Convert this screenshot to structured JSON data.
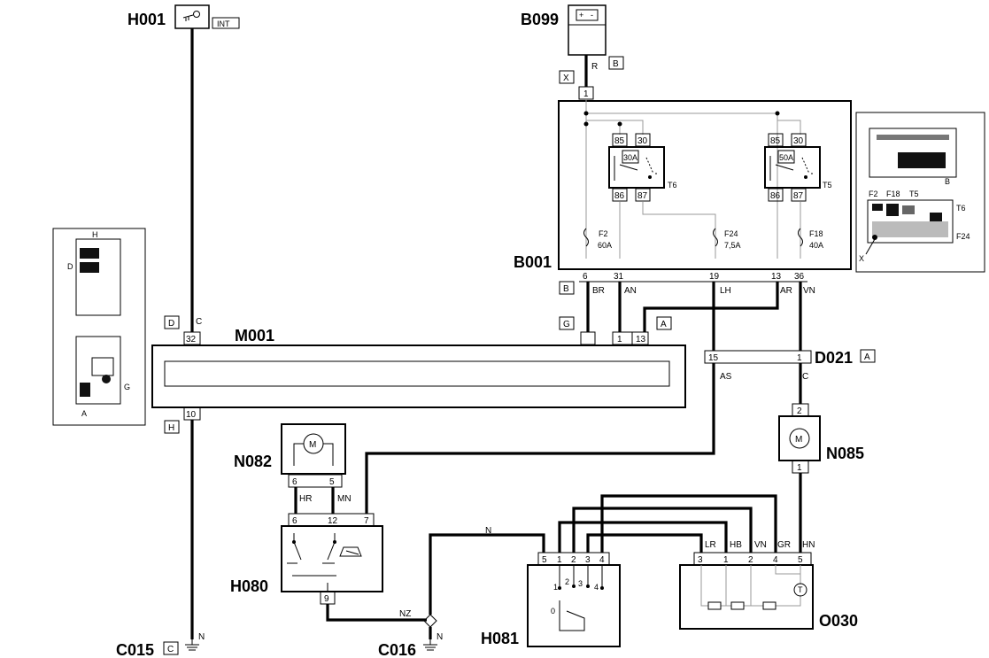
{
  "components": {
    "H001": "H001",
    "B099": "B099",
    "B001": "B001",
    "M001": "M001",
    "D021": "D021",
    "N082": "N082",
    "N085": "N085",
    "H080": "H080",
    "H081": "H081",
    "O030": "O030",
    "C015": "C015",
    "C016": "C016"
  },
  "connector_tags": {
    "int": "INT",
    "b099_b": "B",
    "b001_x": "X",
    "b001_b": "B",
    "m001_g": "G",
    "m001_a": "A",
    "m001_d": "D",
    "m001_h": "H",
    "d021_a": "A",
    "c015_c": "C"
  },
  "wire_codes": {
    "r": "R",
    "c_h001": "C",
    "br": "BR",
    "an": "AN",
    "lh": "LH",
    "ar": "AR",
    "vn": "VN",
    "as": "AS",
    "c_d021": "C",
    "hr": "HR",
    "mn": "MN",
    "n_h081": "N",
    "nz": "NZ",
    "n_c016": "N",
    "n_c015": "N",
    "lr": "LR",
    "hb": "HB",
    "vn2": "VN",
    "gr": "GR",
    "hn": "HN"
  },
  "pins": {
    "b001_in": "1",
    "b001_out": [
      "6",
      "31",
      "19",
      "13",
      "36"
    ],
    "m001_32": "32",
    "m001_10": "10",
    "m001_1": "1",
    "m001_13": "13",
    "d021_15": "15",
    "d021_1": "1",
    "n085_2": "2",
    "n085_1": "1",
    "n082": [
      "6",
      "5"
    ],
    "h080_top": [
      "6",
      "12",
      "7"
    ],
    "h080_bottom": "9",
    "h081": [
      "5",
      "1",
      "2",
      "3",
      "4"
    ],
    "h081_inner": [
      "1",
      "2",
      "3",
      "4",
      "0"
    ],
    "o030": [
      "3",
      "1",
      "2",
      "4",
      "5"
    ]
  },
  "relays": [
    {
      "name": "T6",
      "pins_top": [
        "85",
        "30"
      ],
      "pins_bottom": [
        "86",
        "87"
      ],
      "rating": "30A"
    },
    {
      "name": "T5",
      "pins_top": [
        "85",
        "30"
      ],
      "pins_bottom": [
        "86",
        "87"
      ],
      "rating": "50A"
    }
  ],
  "fuses": [
    {
      "name": "F2",
      "rating": "60A"
    },
    {
      "name": "F24",
      "rating": "7,5A"
    },
    {
      "name": "F18",
      "rating": "40A"
    }
  ],
  "inset_b001": {
    "B": "B",
    "F2": "F2",
    "F18": "F18",
    "T5": "T5",
    "T6": "T6",
    "F24": "F24",
    "X": "X"
  },
  "inset_left": {
    "H": "H",
    "D": "D",
    "G": "G",
    "A": "A"
  },
  "colors": {
    "line": "#000000",
    "inset_fill": "#f0f0f0",
    "dark_block": "#111111"
  }
}
